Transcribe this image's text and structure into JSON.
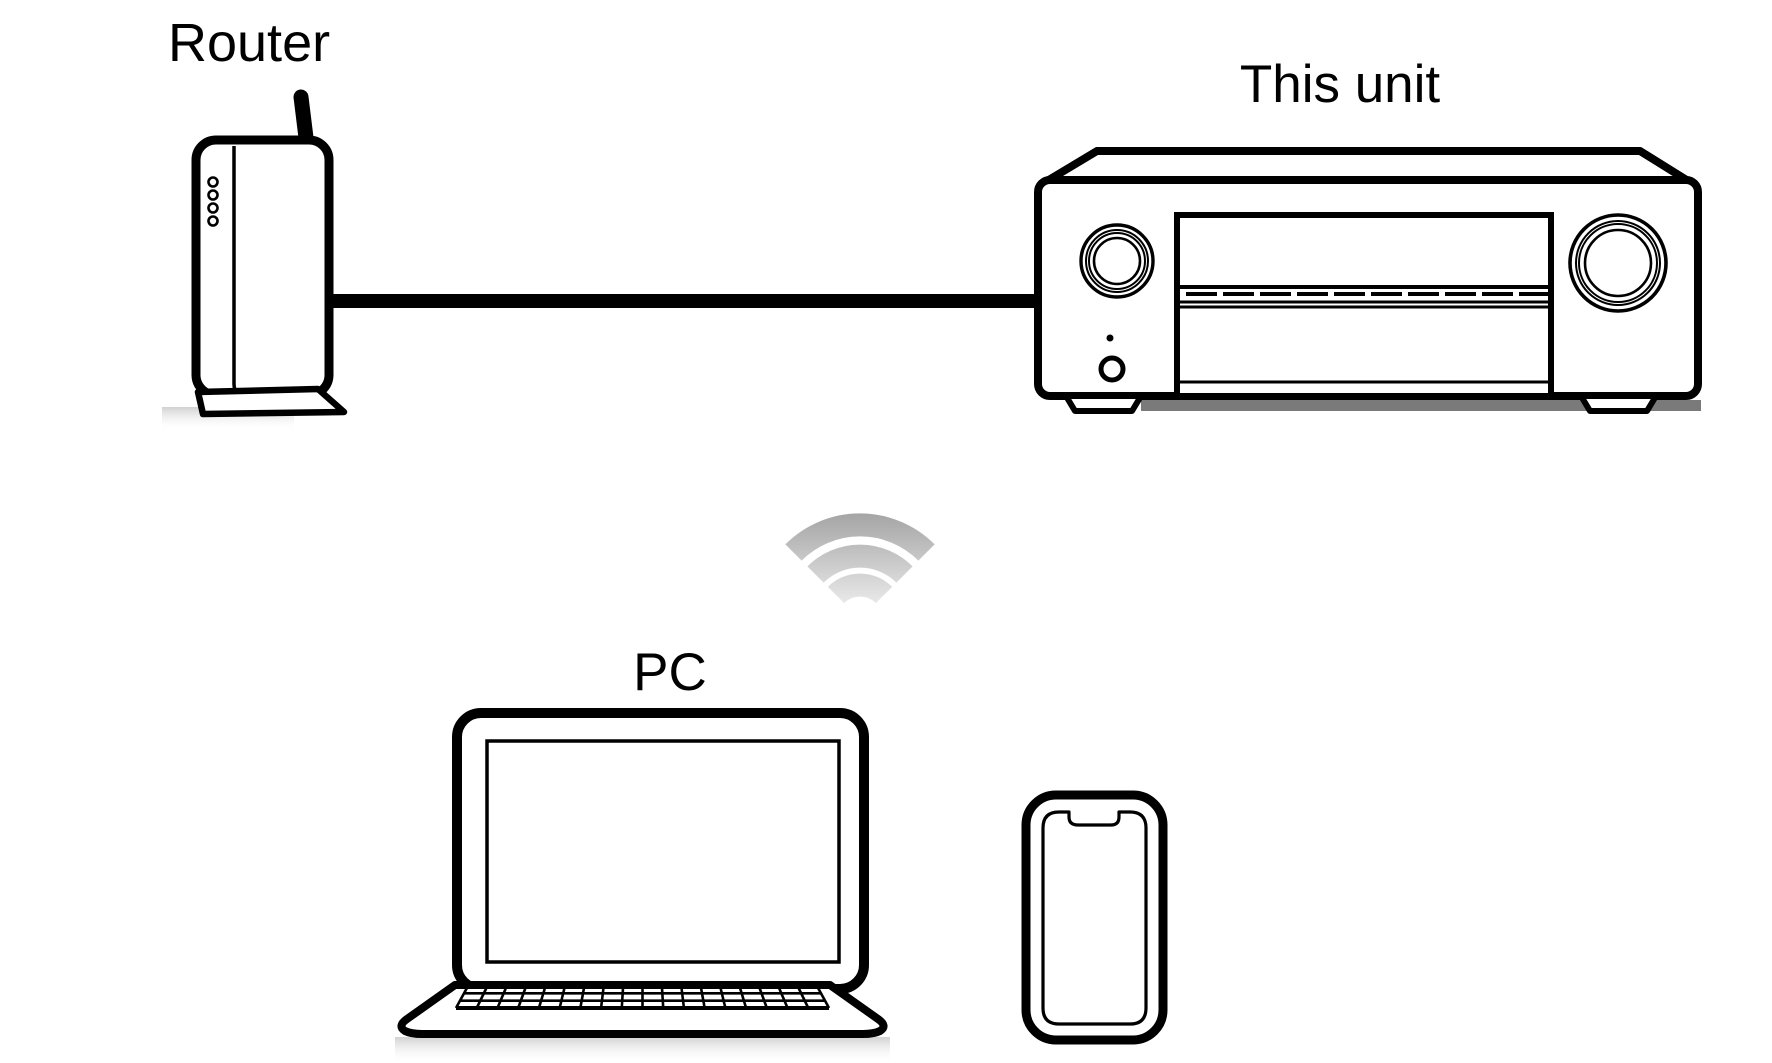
{
  "page": {
    "background_color": "#ffffff"
  },
  "diagram": {
    "type": "network-connection-diagram",
    "labels": {
      "router": "Router",
      "receiver": "This unit",
      "pc": "PC"
    },
    "nodes": [
      {
        "id": "router",
        "label": "Router",
        "kind": "wireless-router",
        "led_count": 4,
        "has_antenna": true
      },
      {
        "id": "receiver",
        "label": "This unit",
        "kind": "av-receiver",
        "knobs": 2,
        "has_display": true
      },
      {
        "id": "pc",
        "label": "PC",
        "kind": "laptop"
      },
      {
        "id": "smartphone",
        "label": "",
        "kind": "smartphone",
        "has_notch": true
      }
    ],
    "connections": [
      {
        "from": "router",
        "to": "receiver",
        "type": "wired-lan",
        "style": "thick-solid-black-line"
      },
      {
        "from": "router",
        "to": "pc-and-smartphone",
        "type": "wi-fi",
        "style": "three-gray-signal-arcs"
      }
    ],
    "wifi": {
      "arc_count": 3
    },
    "colors": {
      "line": "#000000",
      "device_fill": "#ffffff",
      "wifi_gradient_top": "#a2a2a2",
      "wifi_gradient_bottom": "#e9e9e9",
      "receiver_shadow": "#7a7a7a",
      "soft_shadow": "#d9d9d9"
    }
  }
}
